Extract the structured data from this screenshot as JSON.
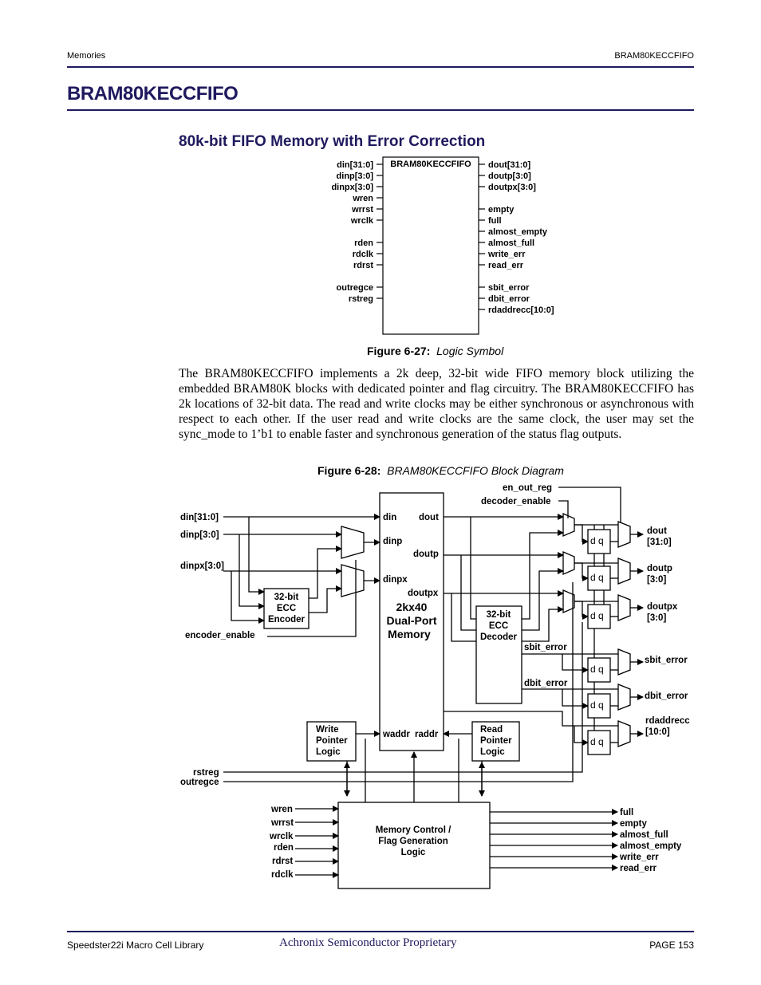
{
  "header": {
    "left": "Memories",
    "right": "BRAM80KECCFIFO"
  },
  "title": "BRAM80KECCFIFO",
  "subtitle": "80k-bit FIFO Memory with Error Correction",
  "logic_symbol": {
    "block_name": "BRAM80KECCFIFO",
    "inputs": [
      "din[31:0]",
      "dinp[3:0]",
      "dinpx[3:0]",
      "wren",
      "wrrst",
      "wrclk",
      "rden",
      "rdclk",
      "rdrst",
      "outregce",
      "rstreg"
    ],
    "outputs": [
      "dout[31:0]",
      "doutp[3:0]",
      "doutpx[3:0]",
      "empty",
      "full",
      "almost_empty",
      "almost_full",
      "write_err",
      "read_err",
      "sbit_error",
      "dbit_error",
      "rdaddrecc[10:0]"
    ]
  },
  "fig27": {
    "label": "Figure 6-27:",
    "text": "Logic Symbol"
  },
  "paragraph": "The BRAM80KECCFIFO implements a 2k deep, 32-bit wide FIFO memory block utilizing the embedded BRAM80K blocks with dedicated pointer and flag circuitry.  The BRAM80KECCFIFO has 2k locations of 32-bit data. The read and write clocks may be either synchronous or asynchronous with respect to each other.  If the user read and write clocks are the same clock, the user may set the sync_mode to 1’b1 to enable faster and synchronous generation of the status flag outputs.",
  "fig28": {
    "label": "Figure 6-28:",
    "text": "BRAM80KECCFIFO Block Diagram"
  },
  "block_diagram": {
    "ext_inputs": {
      "din": "din[31:0]",
      "dinp": "dinp[3:0]",
      "dinpx": "dinpx[3:0]",
      "encoder_enable": "encoder_enable",
      "rstreg": "rstreg",
      "outregce": "outregce",
      "en_out_reg": "en_out_reg",
      "decoder_enable": "decoder_enable"
    },
    "encoder": [
      "32-bit",
      "ECC",
      "Encoder"
    ],
    "decoder": [
      "32-bit",
      "ECC",
      "Decoder"
    ],
    "memory": {
      "din": "din",
      "dout": "dout",
      "dinp": "dinp",
      "doutp": "doutp",
      "dinpx": "dinpx",
      "doutpx": "doutpx",
      "name": [
        "2kx40",
        "Dual-Port",
        "Memory"
      ],
      "waddr": "waddr",
      "raddr": "raddr"
    },
    "sbit": "sbit_error",
    "dbit": "dbit_error",
    "write_ptr": [
      "Write",
      "Pointer",
      "Logic"
    ],
    "read_ptr": [
      "Read",
      "Pointer",
      "Logic"
    ],
    "dq": "d q",
    "outputs": {
      "dout": [
        "dout",
        "[31:0]"
      ],
      "doutp": [
        "doutp",
        "[3:0]"
      ],
      "doutpx": [
        "doutpx",
        "[3:0]"
      ],
      "sbit": "sbit_error",
      "dbit": "dbit_error",
      "rdaddr": [
        "rdaddrecc",
        "[10:0]"
      ]
    },
    "control": {
      "name": [
        "Memory Control /",
        "Flag Generation",
        "Logic"
      ],
      "inputs": [
        "wren",
        "wrrst",
        "wrclk",
        "rden",
        "rdrst",
        "rdclk"
      ],
      "outputs": [
        "full",
        "empty",
        "almost_full",
        "almost_empty",
        "write_err",
        "read_err"
      ]
    }
  },
  "footer": {
    "left": "Speedster22i Macro Cell Library",
    "center": "Achronix Semiconductor Proprietary",
    "right": "PAGE 153"
  }
}
